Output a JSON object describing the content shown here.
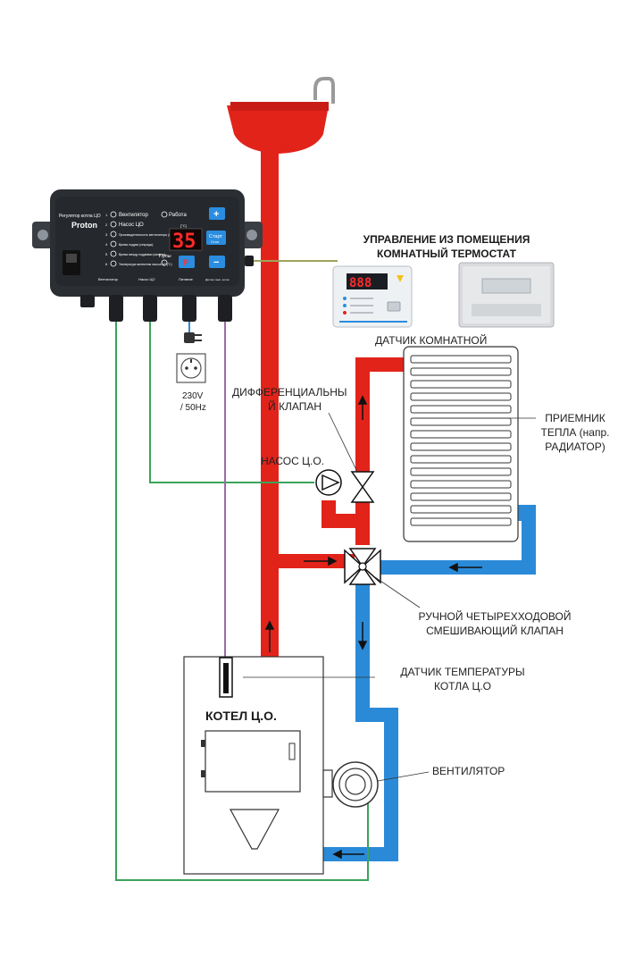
{
  "colors": {
    "hot_pipe": "#e2231a",
    "cold_pipe": "#2b8ad8",
    "signal_green": "#3aa35a",
    "signal_purple": "#9b6ba8",
    "controller_body": "#2b2e33",
    "display_red": "#ff2a2a",
    "button_blue": "#2a8de0"
  },
  "controller": {
    "brand_line": "Регулятор котла ЦО",
    "brand": "Proton",
    "rows": [
      {
        "num": "1",
        "text": "Вентилятор"
      },
      {
        "num": "2",
        "text": "Насос ЦО"
      },
      {
        "num": "3",
        "text": "Производительность вентилятора (скорость)"
      },
      {
        "num": "4",
        "text": "Время подува (секунды)"
      },
      {
        "num": "5",
        "text": "Время между подувами (минуты)"
      },
      {
        "num": "6",
        "text": "Температура включения насоса ЦО (°C)"
      }
    ],
    "work_label": "Работа",
    "display_value": "35",
    "display_unit": "[°C]",
    "plus_label": "+",
    "minus_label": "−",
    "start_label": "Старт",
    "start_sub": "Стоп",
    "p_label": "P",
    "pulse_label": "Пупы",
    "bottom_labels": [
      "Вентилятор",
      "Насос ЦО",
      "Питание",
      "Датчик темп. котла"
    ]
  },
  "thermostat": {
    "header_line1": "УПРАВЛЕНИЕ ИЗ ПОМЕЩЕНИЯ",
    "header_line2": "КОМНАТНЫЙ ТЕРМОСТАТ",
    "sensor_label": "ДАТЧИК КОМНАТНОЙ",
    "display_digits": "888"
  },
  "power": {
    "voltage": "230V",
    "frequency": "/ 50Hz"
  },
  "labels": {
    "diff_valve_1": "ДИФФЕРЕНЦИАЛЬНЫ",
    "diff_valve_2": "Й КЛАПАН",
    "pump": "НАСОС Ц.О.",
    "receiver_1": "ПРИЕМНИК",
    "receiver_2": "ТЕПЛА (напр.",
    "receiver_3": "РАДИАТОР)",
    "mixing_valve_1": "РУЧНОЙ ЧЕТЫРЕХХОДОВОЙ",
    "mixing_valve_2": "СМЕШИВАЮЩИЙ КЛАПАН",
    "temp_sensor_1": "ДАТЧИК ТЕМПЕРАТУРЫ",
    "temp_sensor_2": "КОТЛА Ц.О",
    "boiler": "КОТЕЛ Ц.О.",
    "fan": "ВЕНТИЛЯТОР"
  }
}
